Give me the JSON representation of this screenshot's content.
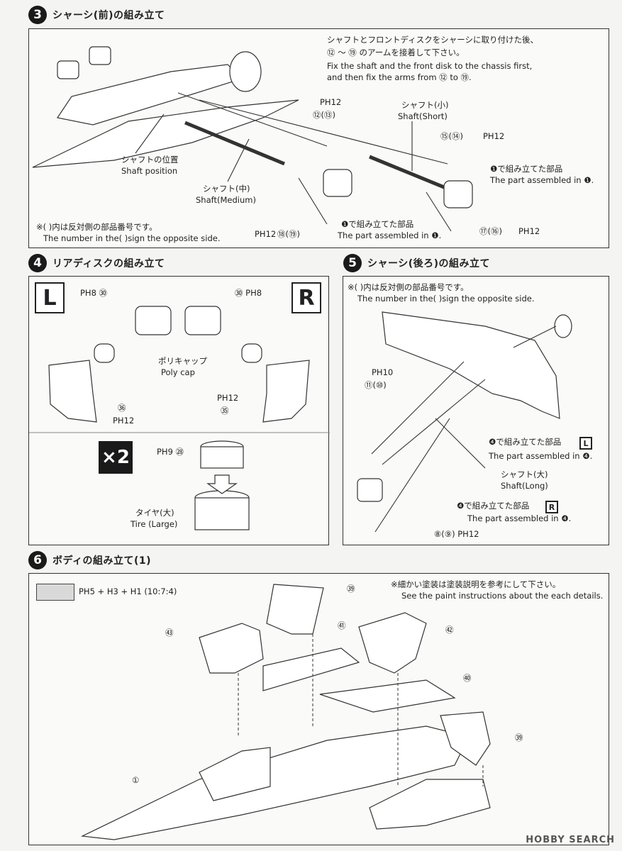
{
  "sections": {
    "s3": {
      "num": "3",
      "title": "シャーシ(前)の組み立て"
    },
    "s4": {
      "num": "4",
      "title": "リアディスクの組み立て"
    },
    "s5": {
      "num": "5",
      "title": "シャーシ(後ろ)の組み立て"
    },
    "s6": {
      "num": "6",
      "title": "ボディの組み立て(1)"
    }
  },
  "step3": {
    "note_jp_1": "シャフトとフロントディスクをシャーシに取り付けた後、",
    "note_jp_2": "⑫ ～ ⑲ のアームを接着して下さい。",
    "note_en_1": "Fix the shaft and the front disk to the chassis first,",
    "note_en_2": "and then fix the arms  from ⑫ to ⑲.",
    "shaft_pos_jp": "シャフトの位置",
    "shaft_pos_en": "Shaft position",
    "shaft_med_jp": "シャフト(中)",
    "shaft_med_en": "Shaft(Medium)",
    "shaft_short_jp": "シャフト(小)",
    "shaft_short_en": "Shaft(Short)",
    "ph12": "PH12",
    "p12_13": "⑫(⑬)",
    "p15_14": "⑮(⑭)",
    "p17_16": "⑰(⑯)",
    "p18_19": "⑱(⑲)",
    "assembled_jp": "❶で組み立てた部品",
    "assembled_en": "The part assembled in ❶.",
    "assembled_jp_2": "❶で組み立てた部品",
    "assembled_en_2": "The part assembled in ❶.",
    "opp_jp": "※( )内は反対側の部品番号です。",
    "opp_en": "The number in the(  )sign the opposite side."
  },
  "step4": {
    "L": "L",
    "R": "R",
    "ph8_30_left": "PH8 ㉚",
    "ph8_30_right": "㉚ PH8",
    "polycap_jp": "ポリキャップ",
    "polycap_en": "Poly cap",
    "p36": "㊱",
    "ph12_l": "PH12",
    "ph12_r": "PH12",
    "p35": "㉟",
    "x2": "×2",
    "ph9_28": "PH9 ㉘",
    "tire_jp": "タイヤ(大)",
    "tire_en": "Tire (Large)"
  },
  "step5": {
    "opp_jp": "※( )内は反対側の部品番号です。",
    "opp_en": "The number in the(  )sign the opposite side.",
    "ph10": "PH10",
    "p11_10": "⑪(⑩)",
    "l_part_jp": "❹で組み立てた部品",
    "l_part_en": "The part assembled in ❹.",
    "l_box": "L",
    "shaft_long_jp": "シャフト(大)",
    "shaft_long_en": "Shaft(Long)",
    "r_part_jp": "❹で組み立てた部品",
    "r_part_en": "The part assembled in ❹.",
    "r_box": "R",
    "p8_9": "⑧(⑨) PH12"
  },
  "step6": {
    "color_formula": "PH5 + H3 + H1 (10:7:4)",
    "paint_jp": "※細かい塗装は塗装説明を参考にして下さい。",
    "paint_en": "See the paint instructions about the each details.",
    "p39a": "㊴",
    "p39b": "㊴",
    "p40": "㊵",
    "p41": "㊶",
    "p42": "㊷",
    "p43": "㊸",
    "p1": "①"
  },
  "watermark": "HOBBY SEARCH",
  "colors": {
    "panel_border": "#333333",
    "swatch": "#d9d9d9",
    "badge": "#1a1a1a"
  }
}
